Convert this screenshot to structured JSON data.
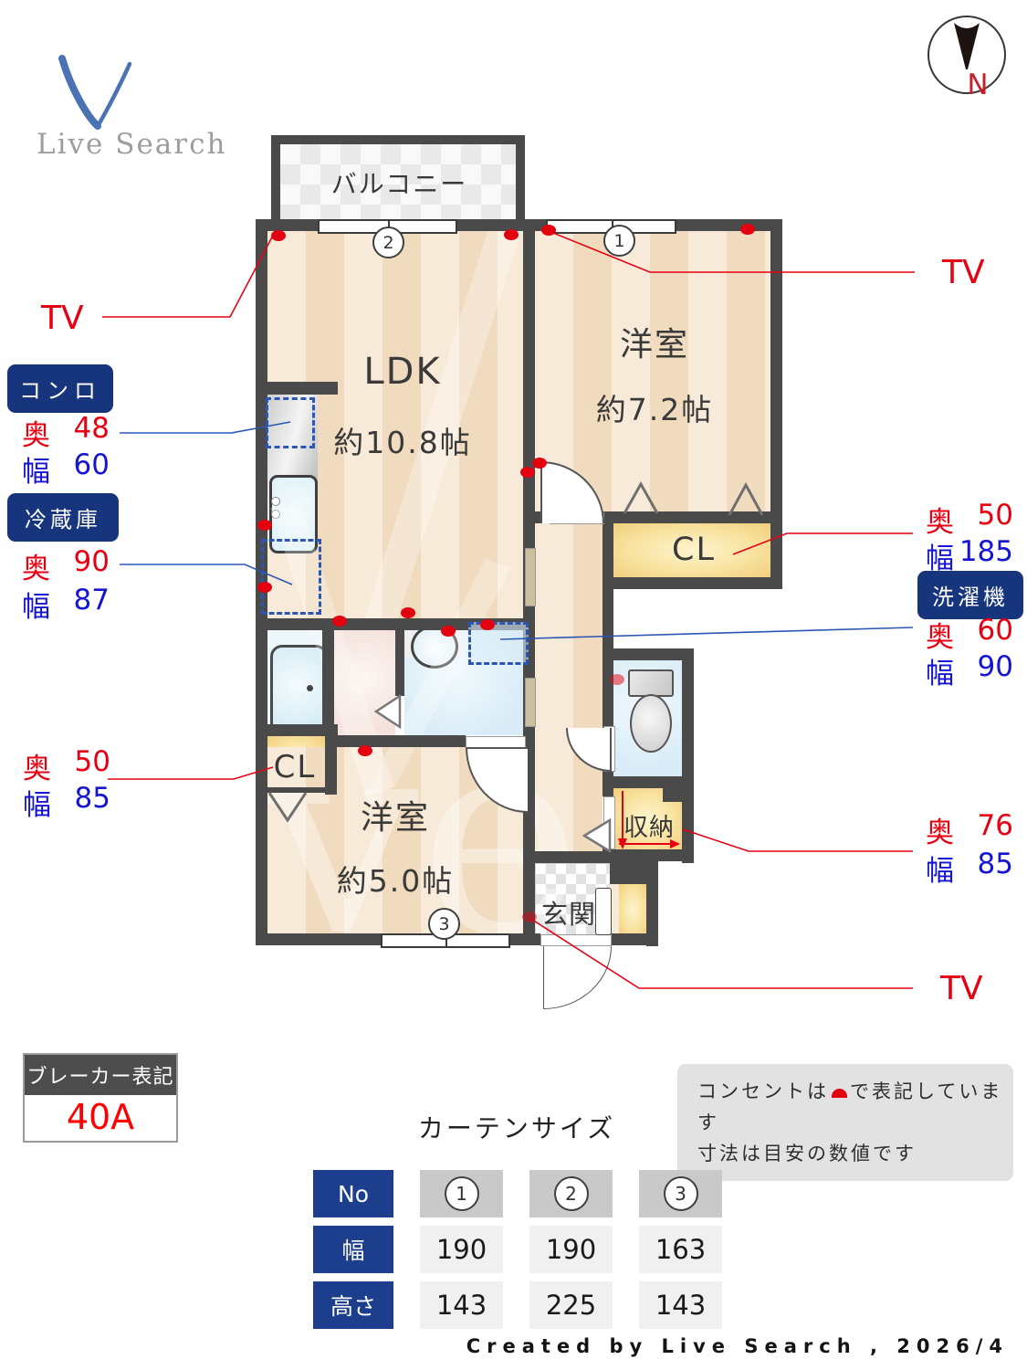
{
  "logo": {
    "brand": "Live Search"
  },
  "compass": {
    "north": "N"
  },
  "plan": {
    "balcony": "バルコニー",
    "ldk_name": "LDK",
    "ldk_size": "約10.8帖",
    "bedroom1_name": "洋室",
    "bedroom1_size": "約7.2帖",
    "bedroom2_name": "洋室",
    "bedroom2_size": "約5.0帖",
    "closet_main": "CL",
    "closet_small": "CL",
    "storage": "収納",
    "entrance": "玄関",
    "marker1": "1",
    "marker2": "2",
    "marker3": "3"
  },
  "labels": {
    "tv_left": "TV",
    "tv_top_right": "TV",
    "tv_bottom": "TV",
    "stove": {
      "title": "コンロ",
      "depth_label": "奥",
      "depth": "48",
      "width_label": "幅",
      "width": "60"
    },
    "fridge": {
      "title": "冷蔵庫",
      "depth_label": "奥",
      "depth": "90",
      "width_label": "幅",
      "width": "87"
    },
    "washer": {
      "title": "洗濯機",
      "depth_label": "奥",
      "depth": "60",
      "width_label": "幅",
      "width": "90"
    },
    "closet_right": {
      "depth_label": "奥",
      "depth": "50",
      "width_label": "幅",
      "width": "185"
    },
    "closet_left": {
      "depth_label": "奥",
      "depth": "50",
      "width_label": "幅",
      "width": "85"
    },
    "storage_dims": {
      "depth_label": "奥",
      "depth": "76",
      "width_label": "幅",
      "width": "85"
    }
  },
  "breaker": {
    "title": "ブレーカー表記",
    "value": "40A"
  },
  "note": {
    "line1_pre": "コンセントは",
    "line1_post": "で表記しています",
    "line2": "寸法は目安の数値です"
  },
  "curtain": {
    "title": "カーテンサイズ",
    "row_no": "No",
    "row_width": "幅",
    "row_height": "高さ",
    "cols": [
      {
        "no": "1",
        "width": "190",
        "height": "143"
      },
      {
        "no": "2",
        "width": "190",
        "height": "225"
      },
      {
        "no": "3",
        "width": "163",
        "height": "143"
      }
    ]
  },
  "footer": {
    "credit": "Created by Live Search , 2026/4"
  },
  "colors": {
    "accent_red": "#e60012",
    "accent_blue": "#1414d2",
    "navy": "#17357d",
    "wall": "#4a4a4a"
  }
}
